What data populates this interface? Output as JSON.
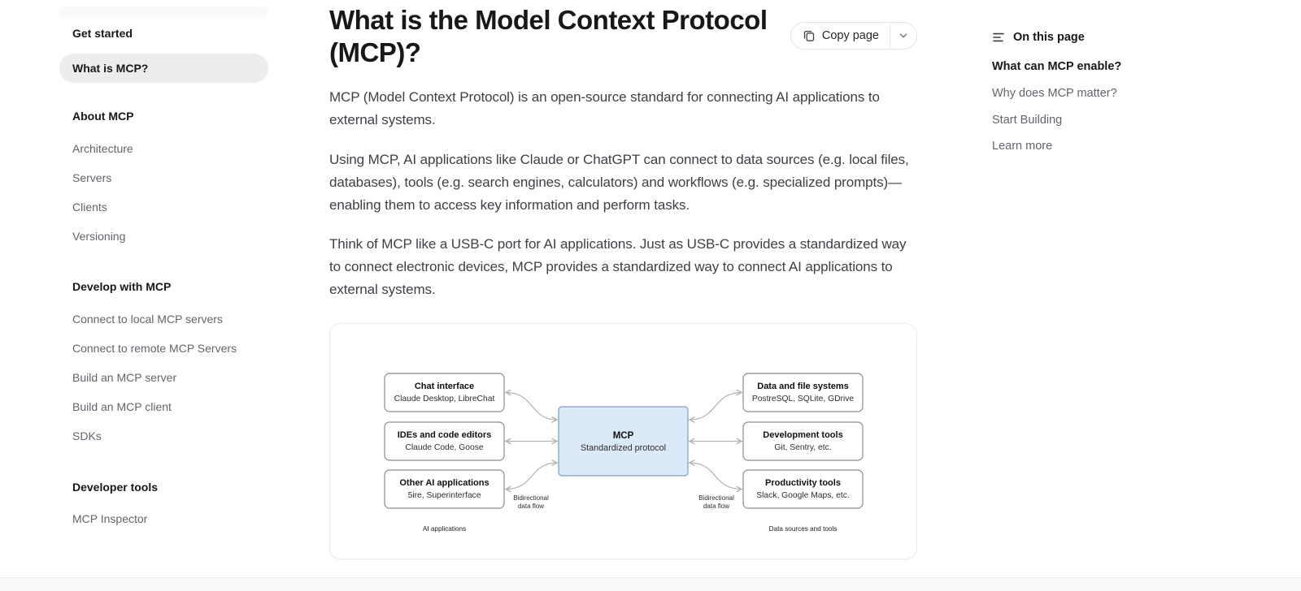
{
  "colors": {
    "page_bg": "#ffffff",
    "text_primary": "#18181b",
    "body_text": "#3f3f46",
    "sidebar_muted": "#64646c",
    "active_pill_bg": "#ededef",
    "button_border": "#e4e4e7",
    "diagram_box_border": "#8c8c8c",
    "mcp_box_fill": "#dbe9f8",
    "mcp_box_border": "#7d9fc0",
    "arrow_gray": "#b3b3b3"
  },
  "sidebar": {
    "sections": [
      {
        "header": "Get started",
        "items": [
          {
            "label": "What is MCP?",
            "active": true
          }
        ]
      },
      {
        "header": "About MCP",
        "items": [
          {
            "label": "Architecture"
          },
          {
            "label": "Servers"
          },
          {
            "label": "Clients"
          },
          {
            "label": "Versioning"
          }
        ]
      },
      {
        "header": "Develop with MCP",
        "items": [
          {
            "label": "Connect to local MCP servers"
          },
          {
            "label": "Connect to remote MCP Servers"
          },
          {
            "label": "Build an MCP server"
          },
          {
            "label": "Build an MCP client"
          },
          {
            "label": "SDKs"
          }
        ]
      },
      {
        "header": "Developer tools",
        "items": [
          {
            "label": "MCP Inspector"
          }
        ]
      }
    ]
  },
  "main": {
    "title": "What is the Model Context Protocol (MCP)?",
    "copy_button_label": "Copy page",
    "paragraphs": [
      "MCP (Model Context Protocol) is an open-source standard for connecting AI applications to external systems.",
      "Using MCP, AI applications like Claude or ChatGPT can connect to data sources (e.g. local files, databases), tools (e.g. search engines, calculators) and workflows (e.g. specialized prompts)—enabling them to access key information and perform tasks.",
      "Think of MCP like a USB-C port for AI applications. Just as USB-C provides a standardized way to connect electronic devices, MCP provides a standardized way to connect AI applications to external systems."
    ]
  },
  "toc": {
    "header": "On this page",
    "items": [
      {
        "label": "What can MCP enable?",
        "active": true
      },
      {
        "label": "Why does MCP matter?"
      },
      {
        "label": "Start Building"
      },
      {
        "label": "Learn more"
      }
    ]
  },
  "diagram": {
    "center": {
      "title": "MCP",
      "subtitle": "Standardized protocol"
    },
    "left_boxes": [
      {
        "title": "Chat interface",
        "subtitle": "Claude Desktop, LibreChat"
      },
      {
        "title": "IDEs and code editors",
        "subtitle": "Claude Code, Goose"
      },
      {
        "title": "Other AI applications",
        "subtitle": "5ire, Superinterface"
      }
    ],
    "right_boxes": [
      {
        "title": "Data and file systems",
        "subtitle": "PostreSQL, SQLite, GDrive"
      },
      {
        "title": "Development tools",
        "subtitle": "Git, Sentry, etc."
      },
      {
        "title": "Productivity tools",
        "subtitle": "Slack, Google Maps, etc."
      }
    ],
    "left_caption": "AI applications",
    "right_caption": "Data sources and tools",
    "flow_label_line1": "Bidirectional",
    "flow_label_line2": "data flow"
  }
}
